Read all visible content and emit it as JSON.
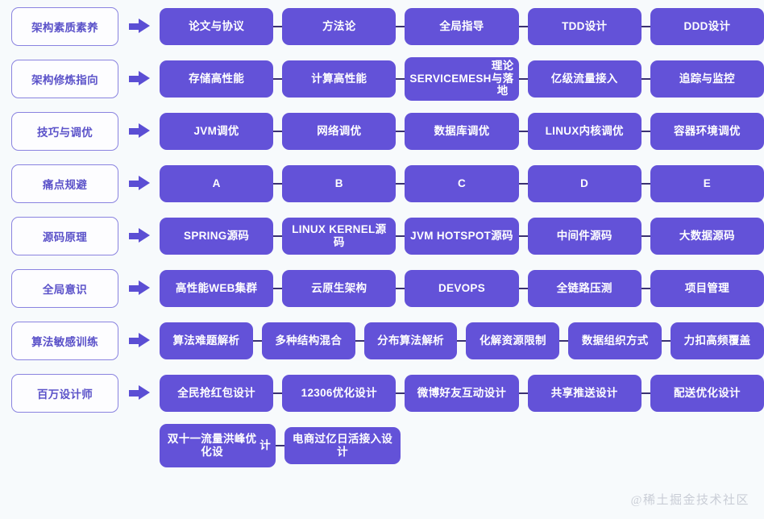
{
  "meta": {
    "background": "#f7fafc",
    "node_color": "#6352d8",
    "chip_border": "#8a83e0",
    "chip_text": "#5b52c9",
    "connector_color": "#3b3272",
    "watermark": "@稀土掘金技术社区"
  },
  "rows": [
    {
      "category": "架构素质素养",
      "arrow": "right-arrow-icon",
      "nodes": [
        {
          "lines": [
            "论文与协议"
          ]
        },
        {
          "lines": [
            "方法论"
          ]
        },
        {
          "lines": [
            "全局指导"
          ]
        },
        {
          "lines": [
            "TDD设计"
          ]
        },
        {
          "lines": [
            "DDD设计"
          ]
        }
      ]
    },
    {
      "category": "架构修炼指向",
      "arrow": "right-arrow-icon",
      "nodes": [
        {
          "lines": [
            "存储高性能"
          ]
        },
        {
          "lines": [
            "计算高性能"
          ]
        },
        {
          "lines": [
            "SERVICEMESH",
            "理论与落地"
          ],
          "tall": true
        },
        {
          "lines": [
            "亿级流量接入"
          ]
        },
        {
          "lines": [
            "追踪与监控"
          ]
        }
      ]
    },
    {
      "category": "技巧与调优",
      "arrow": "right-arrow-icon",
      "nodes": [
        {
          "lines": [
            "JVM调优"
          ]
        },
        {
          "lines": [
            "网络调优"
          ]
        },
        {
          "lines": [
            "数据库调优"
          ]
        },
        {
          "lines": [
            "LINUX内核调优"
          ]
        },
        {
          "lines": [
            "容器环境调优"
          ]
        }
      ]
    },
    {
      "category": "痛点规避",
      "arrow": "right-arrow-icon",
      "nodes": [
        {
          "lines": [
            "A"
          ]
        },
        {
          "lines": [
            "B"
          ]
        },
        {
          "lines": [
            "C"
          ]
        },
        {
          "lines": [
            "D"
          ]
        },
        {
          "lines": [
            "E"
          ]
        }
      ]
    },
    {
      "category": "源码原理",
      "arrow": "right-arrow-icon",
      "nodes": [
        {
          "lines": [
            "SPRING源码"
          ]
        },
        {
          "lines": [
            "LINUX KERNEL源码"
          ]
        },
        {
          "lines": [
            "JVM HOTSPOT源码"
          ]
        },
        {
          "lines": [
            "中间件源码"
          ]
        },
        {
          "lines": [
            "大数据源码"
          ]
        }
      ]
    },
    {
      "category": "全局意识",
      "arrow": "right-arrow-icon",
      "nodes": [
        {
          "lines": [
            "高性能WEB集群"
          ]
        },
        {
          "lines": [
            "云原生架构"
          ]
        },
        {
          "lines": [
            "DEVOPS"
          ]
        },
        {
          "lines": [
            "全链路压测"
          ]
        },
        {
          "lines": [
            "项目管理"
          ]
        }
      ]
    },
    {
      "category": "算法敏感训练",
      "arrow": "right-arrow-icon",
      "nodes": [
        {
          "lines": [
            "算法难题解析"
          ]
        },
        {
          "lines": [
            "多种结构混合"
          ]
        },
        {
          "lines": [
            "分布算法解析"
          ]
        },
        {
          "lines": [
            "化解资源限制"
          ]
        },
        {
          "lines": [
            "数据组织方式"
          ]
        },
        {
          "lines": [
            "力扣高频覆盖"
          ]
        }
      ]
    },
    {
      "category": "百万设计师",
      "arrow": "right-arrow-icon",
      "nodes": [
        {
          "lines": [
            "全民抢红包设计"
          ]
        },
        {
          "lines": [
            "12306优化设计"
          ]
        },
        {
          "lines": [
            "微博好友互动设计"
          ]
        },
        {
          "lines": [
            "共享推送设计"
          ]
        },
        {
          "lines": [
            "配送优化设计"
          ]
        }
      ]
    },
    {
      "category": "",
      "arrow": "",
      "nodes": [
        {
          "lines": [
            "双十一流量洪峰优化设",
            "计"
          ],
          "tall": true
        },
        {
          "lines": [
            "电商过亿日活接入设计"
          ]
        }
      ]
    }
  ]
}
